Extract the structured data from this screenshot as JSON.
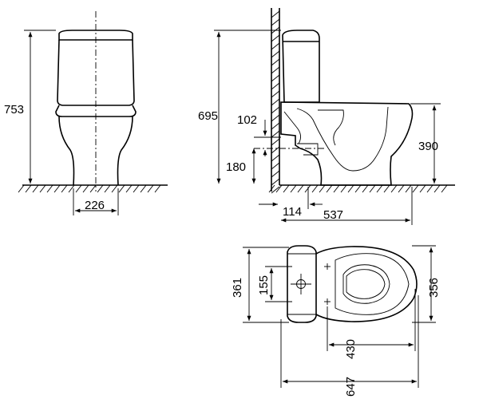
{
  "front_view": {
    "height_label": "753",
    "outlet_width_label": "226"
  },
  "side_view": {
    "height_label": "695",
    "inlet_height_label": "102",
    "outlet_height_label": "180",
    "seat_height_label": "390",
    "wall_offset_label": "114",
    "depth_label": "537"
  },
  "top_view": {
    "width_label": "361",
    "fixing_label": "155",
    "bowl_width_label": "356",
    "bowl_length_label": "430",
    "total_length_label": "647"
  }
}
